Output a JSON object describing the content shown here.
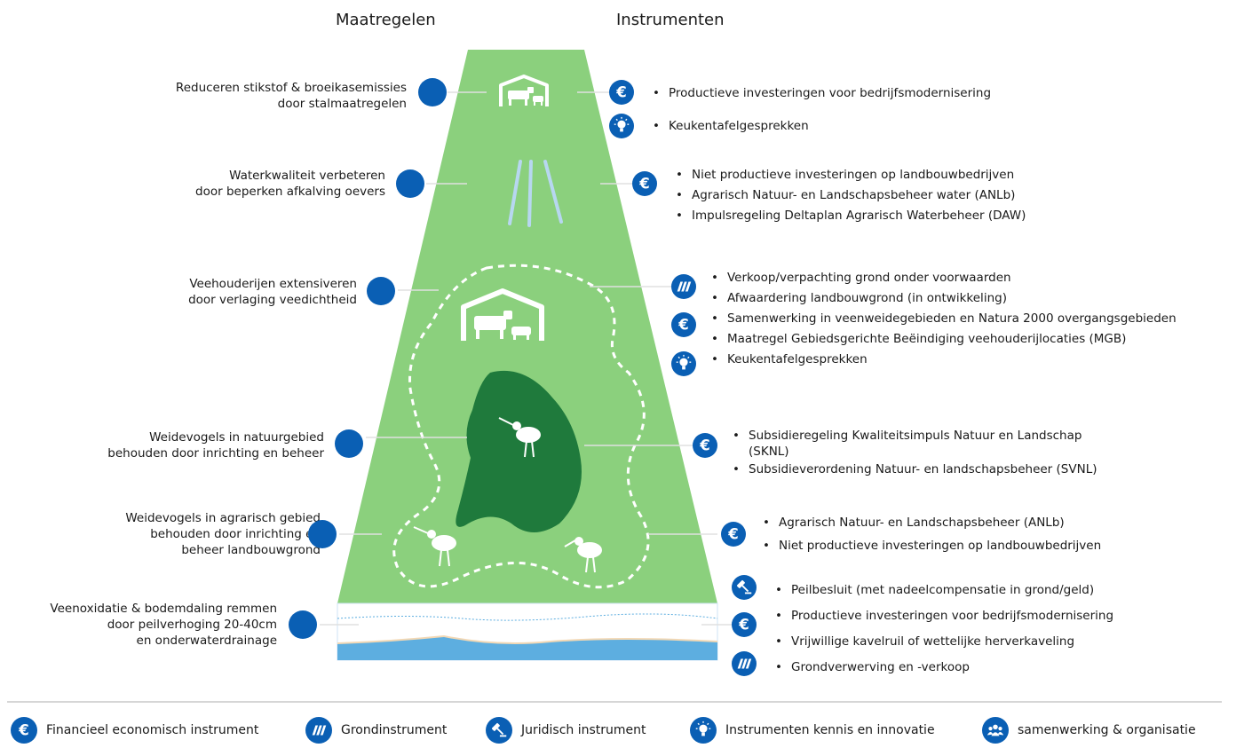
{
  "headers": {
    "measures": "Maatregelen",
    "instruments": "Instrumenten"
  },
  "colors": {
    "field": "#8bd07d",
    "forest": "#1f7a3c",
    "icon": "#0a5fb4",
    "water": "#5daee0"
  },
  "measures": [
    {
      "line1": "Reduceren stikstof & broeikasemissies",
      "line2": "door stalmaatregelen"
    },
    {
      "line1": "Waterkwaliteit verbeteren",
      "line2": "door beperken afkalving oevers"
    },
    {
      "line1": "Veehouderijen extensiveren",
      "line2": "door verlaging veedichtheid"
    },
    {
      "line1": "Weidevogels in natuurgebied",
      "line2": "behouden door inrichting en beheer"
    },
    {
      "line1": "Weidevogels in agrarisch gebied",
      "line2": "behouden door inrichting en",
      "line3": "beheer landbouwgrond"
    },
    {
      "line1": "Veenoxidatie & bodemdaling remmen",
      "line2": "door peilverhoging 20-40cm",
      "line3": "en onderwaterdrainage"
    }
  ],
  "instruments": [
    {
      "icons": [
        "euro-icon",
        "lightbulb-icon"
      ],
      "items": [
        "Productieve investeringen voor bedrijfsmodernisering",
        "Keukentafelgesprekken"
      ]
    },
    {
      "icons": [
        "euro-icon"
      ],
      "items": [
        "Niet productieve investeringen op landbouwbedrijven",
        "Agrarisch Natuur- en Landschapsbeheer water (ANLb)",
        "Impulsregeling Deltaplan Agrarisch Waterbeheer (DAW)"
      ]
    },
    {
      "icons": [
        "land-icon",
        "euro-icon",
        "lightbulb-icon"
      ],
      "items": [
        "Verkoop/verpachting grond onder voorwaarden",
        "Afwaardering landbouwgrond (in ontwikkeling)",
        "Samenwerking in veenweidegebieden en Natura 2000 overgangsgebieden",
        "Maatregel Gebiedsgerichte Beëindiging veehouderijlocaties (MGB)",
        "Keukentafelgesprekken"
      ]
    },
    {
      "icons": [
        "euro-icon"
      ],
      "items": [
        "Subsidieregeling Kwaliteitsimpuls Natuur en Landschap (SKNL)",
        "Subsidieverordening Natuur- en landschapsbeheer (SVNL)"
      ]
    },
    {
      "icons": [
        "euro-icon"
      ],
      "items": [
        "Agrarisch Natuur- en Landschapsbeheer (ANLb)",
        "Niet productieve investeringen op landbouwbedrijven"
      ]
    },
    {
      "icons": [
        "gavel-icon",
        "euro-icon",
        "land-icon"
      ],
      "items": [
        "Peilbesluit (met nadeelcompensatie in grond/geld)",
        "Productieve investeringen voor bedrijfsmodernisering",
        "Vrijwillige kavelruil of wettelijke herverkaveling",
        "Grondverwerving en -verkoop"
      ]
    }
  ],
  "legend": [
    {
      "icon": "euro-icon",
      "label": "Financieel economisch instrument"
    },
    {
      "icon": "land-icon",
      "label": "Grondinstrument"
    },
    {
      "icon": "gavel-icon",
      "label": "Juridisch instrument"
    },
    {
      "icon": "lightbulb-icon",
      "label": "Instrumenten kennis en innovatie"
    },
    {
      "icon": "people-icon",
      "label": "samenwerking & organisatie"
    }
  ]
}
